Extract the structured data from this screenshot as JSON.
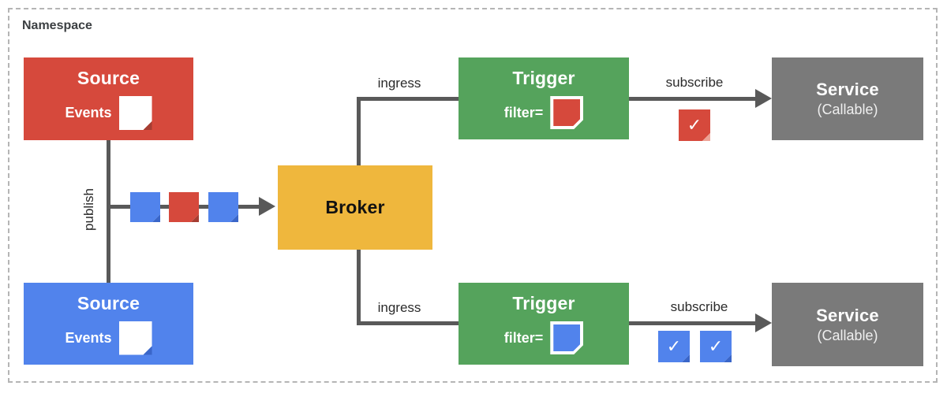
{
  "namespace": {
    "label": "Namespace"
  },
  "nodes": {
    "source_top": {
      "title": "Source",
      "events_label": "Events"
    },
    "source_bottom": {
      "title": "Source",
      "events_label": "Events"
    },
    "broker": {
      "title": "Broker"
    },
    "trigger_top": {
      "title": "Trigger",
      "filter_label": "filter="
    },
    "trigger_bottom": {
      "title": "Trigger",
      "filter_label": "filter="
    },
    "service_top": {
      "title": "Service",
      "subtitle": "(Callable)"
    },
    "service_bottom": {
      "title": "Service",
      "subtitle": "(Callable)"
    }
  },
  "edges": {
    "publish_label": "publish",
    "ingress_top_label": "ingress",
    "ingress_bottom_label": "ingress",
    "subscribe_top_label": "subscribe",
    "subscribe_bottom_label": "subscribe"
  },
  "icons": {
    "check": "✓",
    "event_note": "folded-corner note square",
    "filter_note": "white-bordered folded-corner note"
  },
  "colors": {
    "red": "#d6493c",
    "red_fold": "#a63d32",
    "red_check_fold": "#eda396",
    "blue": "#5183ec",
    "blue_fold": "#3a66c9",
    "green": "#55a35c",
    "yellow": "#efb73d",
    "gray": "#7a7a7a",
    "line": "#595959",
    "namespace_border": "#b5b5b5"
  }
}
